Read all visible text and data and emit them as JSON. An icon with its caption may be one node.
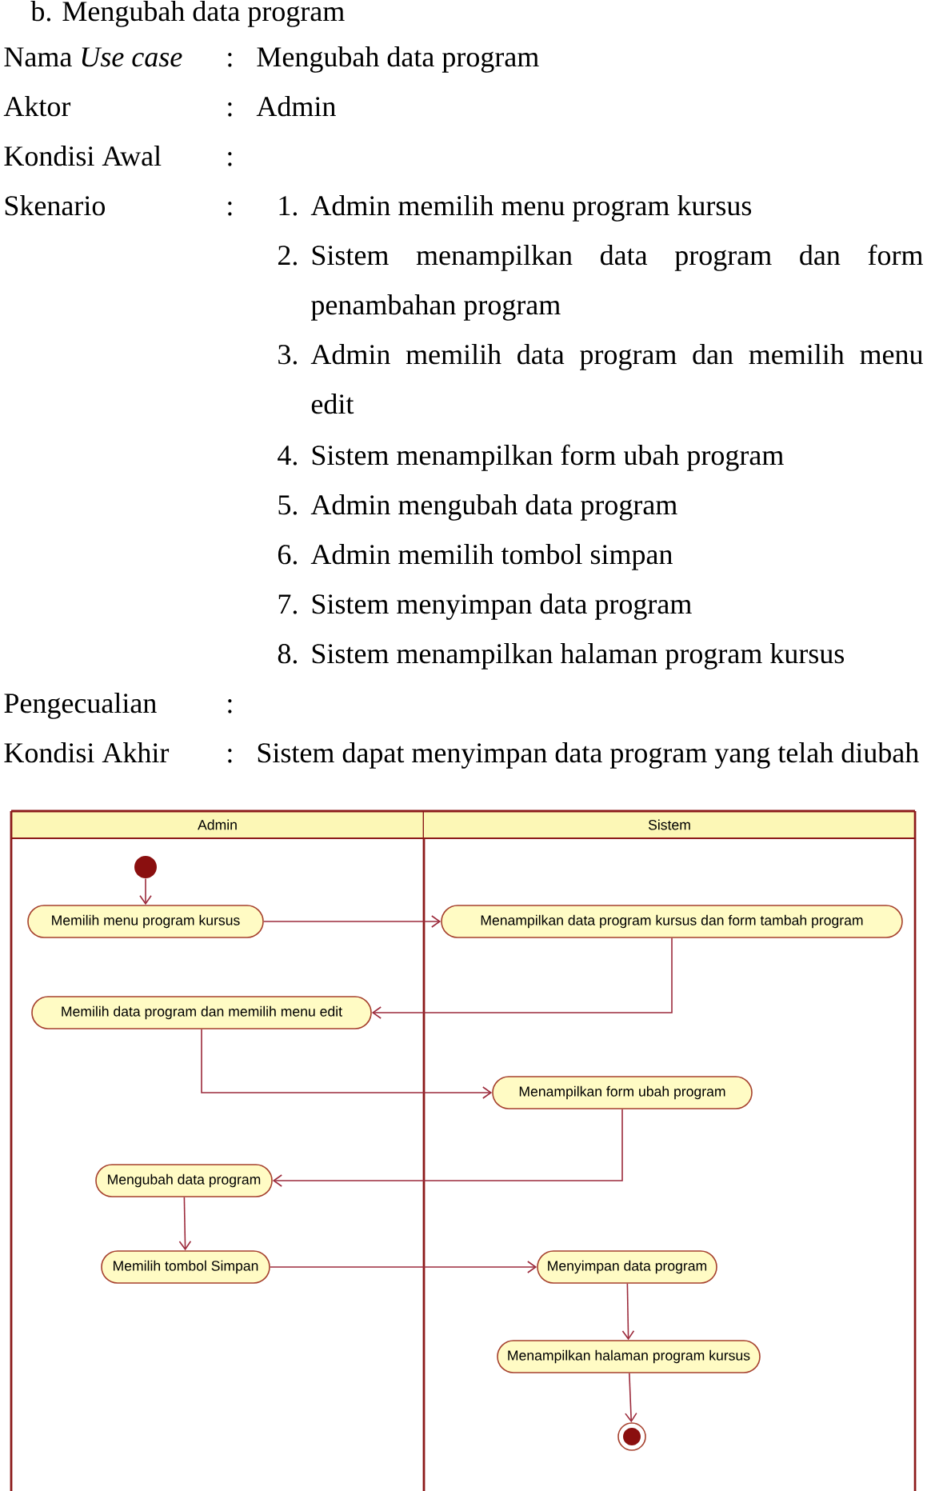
{
  "diagram": {
    "title": "b. Mengubah data program",
    "nodes": [
      {
        "text": [
          "Admin"
        ]
      },
      {
        "text": [
          "Sistem"
        ]
      },
      {
        "text": [],
        "shape": "circle",
        "in": 0
      },
      {
        "text": [
          "Memilih menu program kursus"
        ],
        "in": 0
      },
      {
        "text": [
          "Menampilkan data program kursus dan form tambah program"
        ],
        "in": 1
      },
      {
        "text": [
          "Memilih data program dan memilih menu edit"
        ],
        "in": 0
      },
      {
        "text": [
          "Menampilkan form ubah program"
        ],
        "in": 1
      },
      {
        "text": [
          "Mengubah data program"
        ],
        "in": 0
      },
      {
        "text": [
          "Memilih tombol Simpan"
        ],
        "in": 0
      },
      {
        "text": [
          "Menyimpan data program"
        ],
        "in": 1
      },
      {
        "text": [
          "Menampilkan halaman program kursus"
        ],
        "in": 1
      },
      {
        "text": [],
        "shape": "circle",
        "in": 1
      }
    ],
    "edges": [
      {
        "from": 2,
        "to": 3,
        "arrow": "to"
      },
      {
        "from": 3,
        "to": 4,
        "arrow": "to"
      },
      {
        "from": 4,
        "to": 5,
        "arrow": "to"
      },
      {
        "from": 5,
        "to": 6,
        "arrow": "to"
      },
      {
        "from": 6,
        "to": 7,
        "arrow": "to"
      },
      {
        "from": 7,
        "to": 8,
        "arrow": "to"
      },
      {
        "from": 8,
        "to": 9,
        "arrow": "to"
      },
      {
        "from": 9,
        "to": 10,
        "arrow": "to"
      },
      {
        "from": 10,
        "to": 11,
        "arrow": "to"
      }
    ],
    "labels": [
      "Nama *Use case*",
      ":",
      "Mengubah data program",
      "Aktor",
      ":",
      "Admin",
      "Kondisi Awal",
      ":",
      "Skenario",
      ":",
      "1.",
      "Admin memilih menu program kursus",
      "2.",
      "Sistem menampilkan data program dan form penambahan program",
      "3.",
      "Admin memilih data program dan memilih menu edit",
      "4.",
      "Sistem menampilkan form ubah program",
      "5.",
      "Admin mengubah data program",
      "6.",
      "Admin memilih tombol simpan",
      "7.",
      "Sistem menyimpan data program",
      "8.",
      "Sistem menampilkan halaman program kursus",
      "Pengecualian",
      ":",
      "Kondisi Akhir",
      ":",
      "Sistem dapat menyimpan data program yang telah diubah"
    ]
  }
}
